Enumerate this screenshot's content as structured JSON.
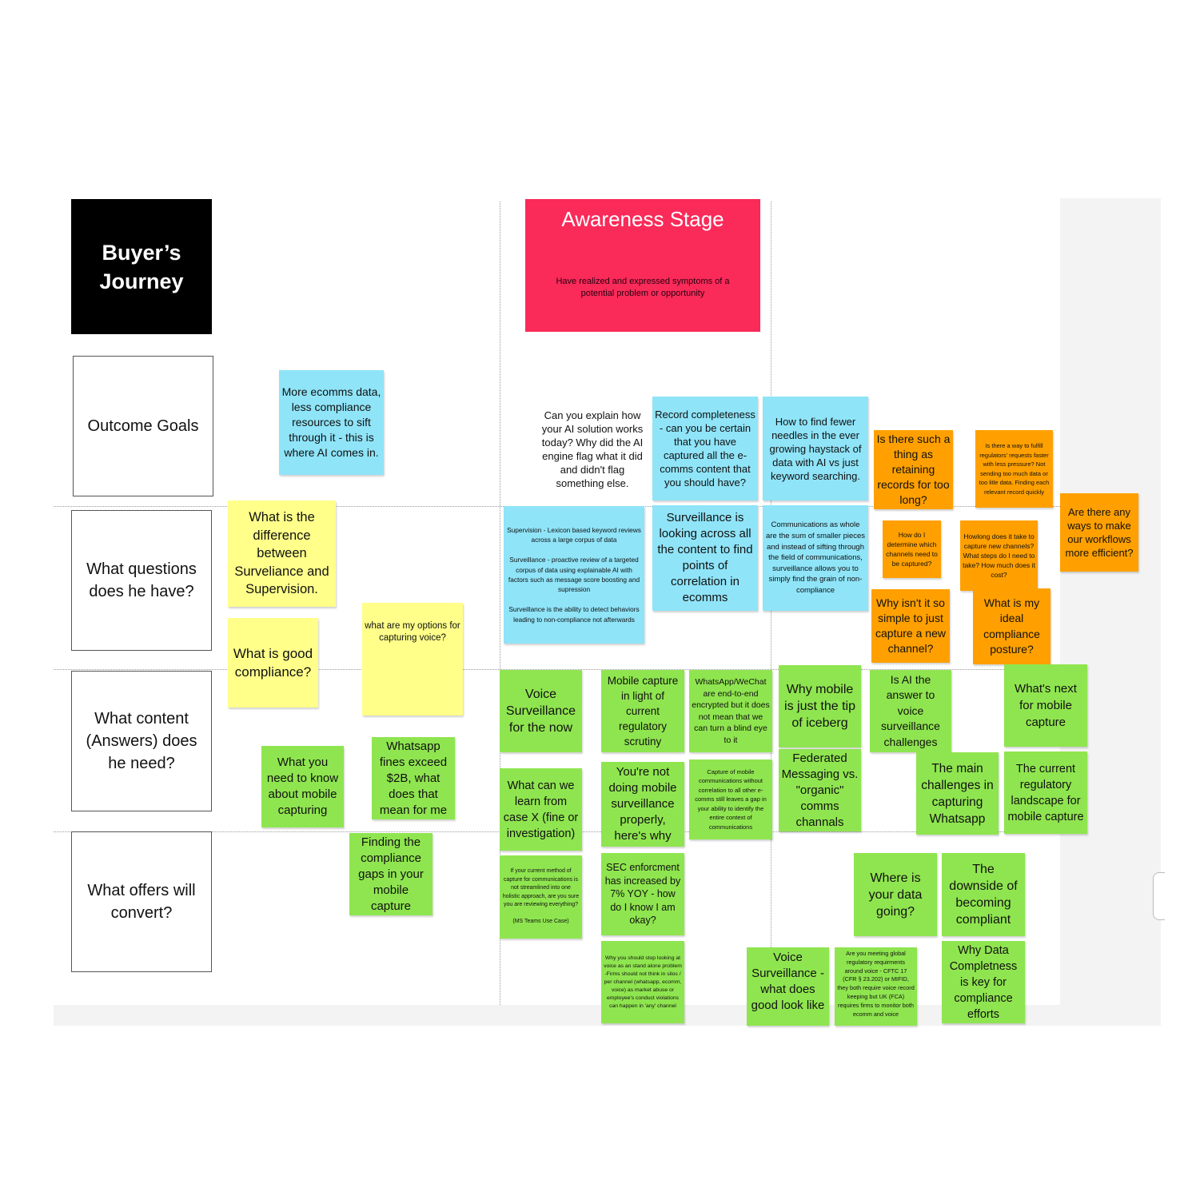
{
  "board": {
    "title": "Buyer’s\nJourney",
    "rows": [
      "Outcome Goals",
      "What questions does he have?",
      "What content (Answers) does he need?",
      "What offers will convert?"
    ],
    "stage": {
      "title": "Awareness Stage",
      "subtitle": "Have realized and expressed symptoms of a potential problem or opportunity"
    }
  },
  "notes": [
    {
      "color": "blue",
      "text": "More ecomms data, less compliance resources to sift through it - this is where AI comes in."
    },
    {
      "color": "yellow",
      "text": "What is the difference between Surveliance and Supervision."
    },
    {
      "color": "yellow",
      "text": "What is good compliance?"
    },
    {
      "color": "yellow",
      "text": "what are my options for capturing voice?"
    },
    {
      "color": "green",
      "text": "What you need to know about mobile capturing"
    },
    {
      "color": "green",
      "text": "Whatsapp fines exceed $2B, what does that mean for me"
    },
    {
      "color": "green",
      "text": "Finding the compliance gaps in your mobile capture"
    },
    {
      "color": "plain",
      "text": "Can you explain how your AI solution works today? Why did the AI engine flag what it did and didn't flag something else."
    },
    {
      "color": "blue",
      "text": "Record completeness - can you be certain that you have captured all the e-comms content that you should have?"
    },
    {
      "color": "blue",
      "text": "How to find fewer needles in the ever growing haystack of data with AI vs just keyword searching."
    },
    {
      "color": "orange",
      "text": "Is there such a thing as retaining records for too long?"
    },
    {
      "color": "orange",
      "text": "Is there a way to fulfill regulators' requests faster with less pressure? Not sending too much data or too litle data. Finding each relevant record quickly"
    },
    {
      "color": "orange",
      "text": "Are there any ways to  make our workflows more efficient?"
    },
    {
      "color": "blue",
      "text": "Supervision - Lexicon based keyword reviews across a large corpus of data\n\nSurveillance - proactive review of a targeted corpus of data using explainable AI with factors such as message score boosting and supression\n\nSurveillance is the ability to detect behaviors leading to non-compliance not afterwards"
    },
    {
      "color": "blue",
      "text": "Surveillance is looking across all the content to find points of correlation in ecomms"
    },
    {
      "color": "blue",
      "text": "Communications as whole are the sum of smaller pieces and instead of sifting through the field of communications, surveillance allows you to simply find the grain of non-compliance"
    },
    {
      "color": "orange",
      "text": "How do I determine which channels need to be captured?"
    },
    {
      "color": "orange",
      "text": "Howlong does it take to capture new channels? What steps do I need to take? How much does it cost?"
    },
    {
      "color": "orange",
      "text": "Why isn't it so simple to just capture a new channel?"
    },
    {
      "color": "orange",
      "text": "What is my ideal compliance posture?"
    },
    {
      "color": "green",
      "text": "Voice Surveillance for the now"
    },
    {
      "color": "green",
      "text": "Mobile capture in light of current regulatory scrutiny"
    },
    {
      "color": "green",
      "text": "WhatsApp/WeChat are end-to-end encrypted but it does not mean that we can turn a blind eye to it"
    },
    {
      "color": "green",
      "text": "Why mobile is just the tip of iceberg"
    },
    {
      "color": "green",
      "text": "Is AI the answer to voice surveillance challenges"
    },
    {
      "color": "green",
      "text": "What's next for mobile capture"
    },
    {
      "color": "green",
      "text": "What can we learn from case X (fine or investigation)"
    },
    {
      "color": "green",
      "text": "You're not doing mobile surveillance properly, here's why"
    },
    {
      "color": "green",
      "text": "Capture of mobile communications without correlation to all other e-comms still leaves a gap in your ability to identify the entire context of communications"
    },
    {
      "color": "green",
      "text": "Federated Messaging vs. \"organic\" comms channals"
    },
    {
      "color": "green",
      "text": "The main challenges in capturing Whatsapp"
    },
    {
      "color": "green",
      "text": "The current regulatory landscape for mobile capture"
    },
    {
      "color": "green",
      "text": "If your current method of capture for communications is not streamlined into one holistic approach, are you sure you are reviewing everything?\n\n(MS Teams Use Case)"
    },
    {
      "color": "green",
      "text": "SEC enforcment has increased by 7% YOY - how do I know I am okay?"
    },
    {
      "color": "green",
      "text": "Where is your data going?"
    },
    {
      "color": "green",
      "text": "The downside of becoming compliant"
    },
    {
      "color": "green",
      "text": "Why you should stop looking at voice as an stand alone problem -Firms should not think in silos / per channel (whatsapp, ecomm, voice) as market abuse or employee's conduct violations can happen in 'any' channel"
    },
    {
      "color": "green",
      "text": "Voice Surveillance - what does good look like"
    },
    {
      "color": "green",
      "text": "Are you meeting global regulatory requirments around voice  -  CFTC 17 (CFR § 23.202) or MIFID, they both require voice record keeping but UK (FCA) requires firms to monitor both ecomm and voice"
    },
    {
      "color": "green",
      "text": "Why Data Completness is key for compliance efforts"
    }
  ]
}
